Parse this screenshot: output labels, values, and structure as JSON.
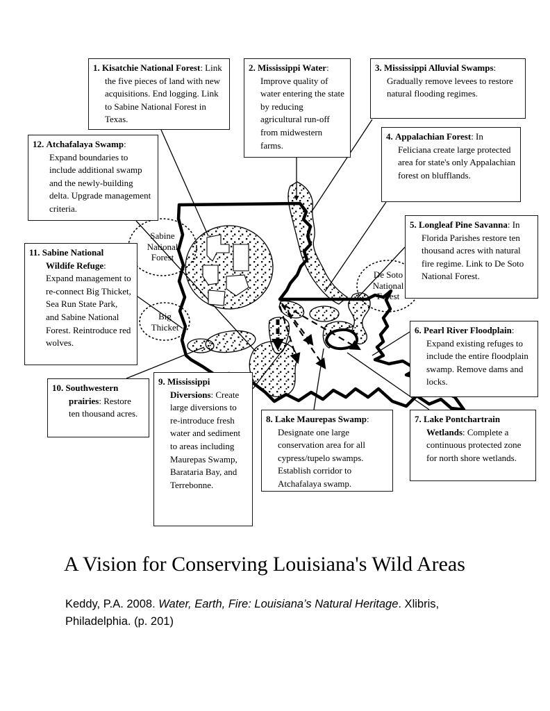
{
  "figure": {
    "title": "A Vision for Conserving Louisiana's Wild Areas",
    "citation": {
      "pre": "Keddy, P.A. 2008. ",
      "italic": "Water, Earth, Fire: Louisiana’s Natural Heritage",
      "post": ". Xlibris, Philadelphia. (p. 201)"
    }
  },
  "boxes": [
    {
      "num": "1.",
      "title": "Kisatchie National Forest",
      "body": ": Link the five pieces of land with new acquisitions.  End logging. Link to Sabine National Forest in Texas."
    },
    {
      "num": "2.",
      "title": "Mississippi Water",
      "body": ": Improve quality of water entering the state by reducing agricultural run-off from midwestern farms."
    },
    {
      "num": "3.",
      "title": "Mississippi Alluvial Swamps",
      "body": ": Gradually remove levees to restore natural flooding regimes."
    },
    {
      "num": "4.",
      "title": "Appalachian Forest",
      "body": ": In Feliciana create large protected area for state's only Appalachian forest on blufflands."
    },
    {
      "num": "5.",
      "title": "Longleaf Pine Savanna",
      "body": ": In Florida Parishes restore ten thousand acres with natural fire regime.  Link to De Soto National Forest."
    },
    {
      "num": "6.",
      "title": "Pearl River Floodplain",
      "body": ": Expand existing refuges to include the entire floodplain swamp. Remove dams and locks."
    },
    {
      "num": "7.",
      "title": "Lake Pontchartrain Wetlands",
      "body": ": Complete a continuous protected zone for north shore wetlands."
    },
    {
      "num": "8.",
      "title": "Lake Maurepas Swamp",
      "body": ": Designate one large conservation area for all cypress/tupelo swamps. Establish corridor to Atchafalaya swamp."
    },
    {
      "num": "9.",
      "title": "Mississippi Diversions",
      "body": ": Create large diversions to re-introduce fresh water and sediment to areas including Maurepas Swamp, Barataria Bay, and Terrebonne."
    },
    {
      "num": "10.",
      "title": "Southwestern prairies",
      "body": ": Restore ten thousand acres."
    },
    {
      "num": "11.",
      "title": "Sabine National Wildife Refuge",
      "body": ": Expand management to re-connect Big Thicket, Sea Run State Park, and Sabine National Forest. Reintroduce red wolves."
    },
    {
      "num": "12.",
      "title": "Atchafalaya Swamp",
      "body": ": Expand boundaries to include additional swamp and the newly-building delta. Upgrade management criteria."
    }
  ],
  "map_labels": [
    {
      "name": "sabine-national-forest",
      "lines": [
        "Sabine",
        "National",
        "Forest"
      ]
    },
    {
      "name": "big-thicket",
      "lines": [
        "Big",
        "Thicket"
      ]
    },
    {
      "name": "de-soto-national-forest",
      "lines": [
        "De Soto",
        "National",
        "Forest"
      ]
    }
  ],
  "colors": {
    "ink": "#000000",
    "paper": "#ffffff"
  }
}
